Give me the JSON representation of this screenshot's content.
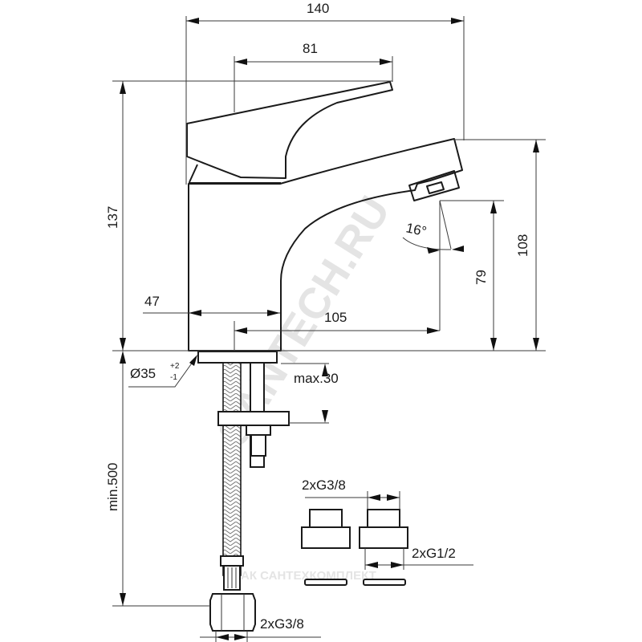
{
  "drawing": {
    "title": "Single-lever basin mixer dimension drawing",
    "units": "mm",
    "dimensions": {
      "overall_width": "140",
      "lever_length": "81",
      "overall_height": "137",
      "body_width": "47",
      "spout_reach": "105",
      "spout_tip_height": "108",
      "spout_outlet_height": "79",
      "spout_angle": "16°",
      "hole_diameter_base": "Ø35",
      "hole_diameter_tol_plus": "+2",
      "hole_diameter_tol_minus": "-1",
      "max_deck_thickness": "max.30",
      "min_hose_length": "min.500",
      "hose_thread": "2xG3/8",
      "adapter_thread_small": "2xG3/8",
      "adapter_thread_large": "2xG1/2"
    },
    "watermarks": {
      "main": "SANTECH.RU",
      "secondary": "АК САНТЕХКОМПЛЕКТ"
    }
  }
}
